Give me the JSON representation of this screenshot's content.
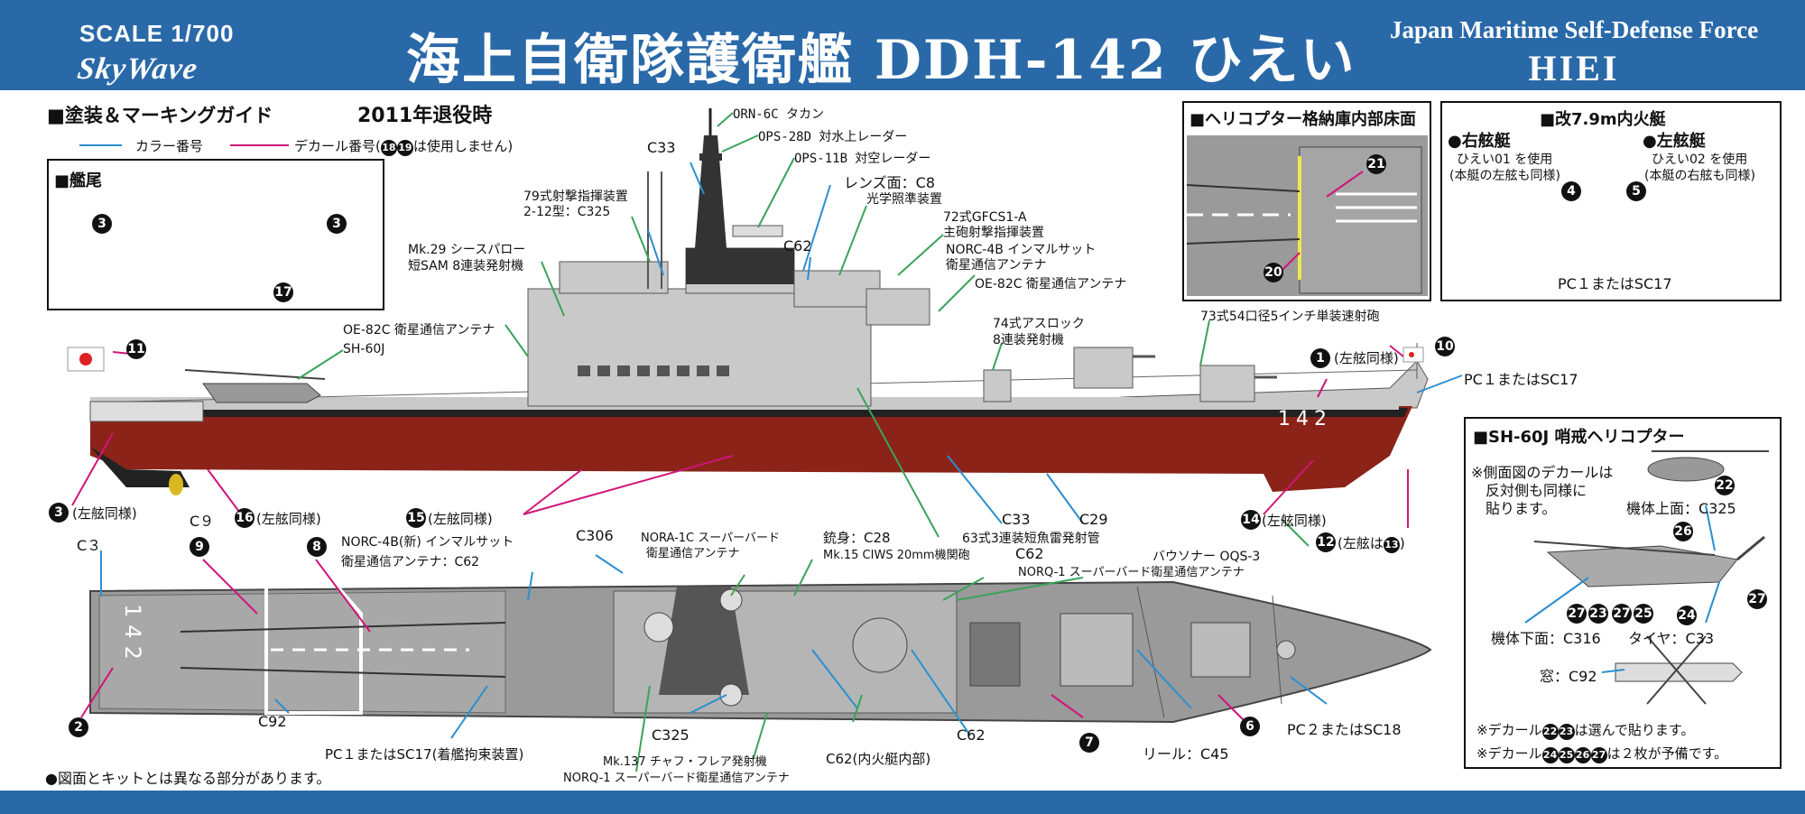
{
  "header": {
    "scale": "SCALE 1/700",
    "brand": "SkyWave",
    "title": "海上自衛隊護衛艦 DDH-142 ひえい",
    "title_en_line1": "Japan Maritime Self-Defense Force",
    "title_en_line2": "HIEI"
  },
  "guide": {
    "heading": "■塗装＆マーキングガイド",
    "subheading": "2011年退役時",
    "legend_color": "カラー番号",
    "legend_decal": "デカール番号(",
    "legend_decal_nums": [
      "18",
      "19"
    ],
    "legend_decal_tail": "は使用しません)",
    "legend_color_hex": "#2a8fd0",
    "legend_decal_hex": "#d0157a"
  },
  "stern_box": {
    "title": "■艦尾",
    "nums": [
      "3",
      "3",
      "17"
    ]
  },
  "hangar_box": {
    "title": "■ヘリコプター格納庫内部床面",
    "nums": [
      "21",
      "20"
    ]
  },
  "boat_box": {
    "title": "■改7.9m内火艇",
    "right_title": "●右舷艇",
    "right_line1": "ひえい01 を使用",
    "right_line2": "(本艇の左舷も同様)",
    "left_title": "●左舷艇",
    "left_line1": "ひえい02 を使用",
    "left_line2": "(本艇の右舷も同様)",
    "nums": [
      "4",
      "5"
    ],
    "color_note": "PC１またはSC17"
  },
  "heli_box": {
    "title": "■SH-60J 哨戒ヘリコプター",
    "note_line1": "※側面図のデカールは",
    "note_line2": "反対側も同様に",
    "note_line3": "貼ります。",
    "top_label": "機体上面：C325",
    "bottom_label": "機体下面：C316",
    "tire_label": "タイヤ：C33",
    "window_label": "窓：C92",
    "decal_note1_pre": "※デカール",
    "decal_note1_nums": [
      "22",
      "23"
    ],
    "decal_note1_post": "は選んで貼ります。",
    "decal_note2_pre": "※デカール",
    "decal_note2_nums": [
      "24",
      "25",
      "26",
      "27"
    ],
    "decal_note2_post": "は２枚が予備です。",
    "nums": [
      "22",
      "26",
      "27",
      "23",
      "27",
      "25",
      "24",
      "27"
    ]
  },
  "side_labels": {
    "orn": "ORN-6C タカン",
    "ops28": "OPS-28D 対水上レーダー",
    "ops11": "OPS-11B 対空レーダー",
    "c33_mast": "C33",
    "lens": "レンズ面：C8",
    "optical": "光学照準装置",
    "gfcs1": "72式GFCS1-A",
    "gfcs2": "主砲射撃指揮装置",
    "norc1": "NORC-4B インマルサット",
    "norc2": "衛星通信アンテナ",
    "oe82_right": "OE-82C 衛星通信アンテナ",
    "fc79_1": "79式射撃指揮装置",
    "fc79_2": "2-12型：C325",
    "c62_top": "C62",
    "mk29_1": "Mk.29 シースパロー",
    "mk29_2": "短SAM 8連装発射機",
    "oe82_left": "OE-82C 衛星通信アンテナ",
    "sh60": "SH-60J",
    "asroc1": "74式アスロック",
    "asroc2": "8連装発射機",
    "gun": "73式54口径5インチ単装速射砲",
    "n1_note": "(左舷同様)",
    "pc1": "PC１またはSC17",
    "hull_number": "142",
    "n3_note": "(左舷同様)",
    "c9": "C９",
    "n16_note": "(左舷同様)",
    "n15_note": "(左舷同様)",
    "c33_hull": "C33",
    "c29": "C29",
    "n14_note": "(左舷同様)",
    "n12_note_pre": "(左舷は",
    "n12_note_post": ")",
    "torpedo": "63式3連装短魚雷発射管",
    "sonar": "バウソナー OQS-3",
    "nums": [
      "11",
      "10",
      "1",
      "3",
      "16",
      "15",
      "14",
      "12",
      "13"
    ]
  },
  "top_labels": {
    "c3": "C３",
    "norc_new1": "NORC-4B(新) インマルサット",
    "norc_new2": "衛星通信アンテナ：C62",
    "c306": "C306",
    "nora1": "NORA-1C スーパーバード",
    "nora2": "衛星通信アンテナ",
    "barrel": "銃身：C28",
    "ciws": "Mk.15 CIWS 20mm機関砲",
    "c62_a": "C62",
    "norq_top": "NORQ-1 スーパーバード衛星通信アンテナ",
    "c92": "C92",
    "pc1_sc17": "PC１またはSC17(着艦拘束装置)",
    "c325": "C325",
    "mk137": "Mk.137 チャフ・フレア発射機",
    "norq_bottom": "NORQ-1 スーパーバード衛星通信アンテナ",
    "c62_boat": "C62(内火艇内部)",
    "c62_b": "C62",
    "reel": "リール：C45",
    "pc2": "PC２またはSC18",
    "deck_number": "142",
    "nums": [
      "9",
      "8",
      "2",
      "7",
      "6"
    ]
  },
  "footer_note": "●図面とキットとは異なる部分があります。",
  "colors": {
    "header_blue": "#2a69a8",
    "hull_grey": "#c9c9c9",
    "waterline_red": "#8b2318",
    "deck_grey": "#9a9a9a",
    "color_line": "#2a8fd0",
    "decal_line": "#d0157a",
    "equipment_line": "#3aa35a"
  }
}
